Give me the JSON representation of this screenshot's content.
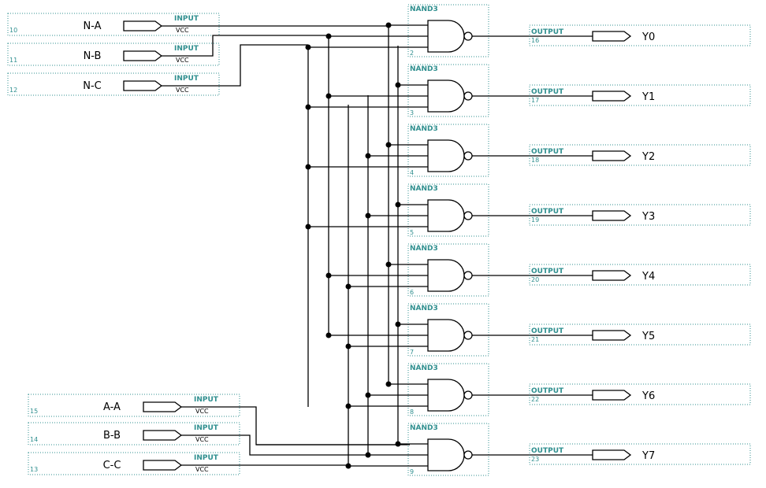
{
  "inputs": [
    {
      "name": "N-A",
      "pin": "10",
      "type": "INPUT",
      "sub": "VCC"
    },
    {
      "name": "N-B",
      "pin": "11",
      "type": "INPUT",
      "sub": "VCC"
    },
    {
      "name": "N-C",
      "pin": "12",
      "type": "INPUT",
      "sub": "VCC"
    },
    {
      "name": "A-A",
      "pin": "15",
      "type": "INPUT",
      "sub": "VCC"
    },
    {
      "name": "B-B",
      "pin": "14",
      "type": "INPUT",
      "sub": "VCC"
    },
    {
      "name": "C-C",
      "pin": "13",
      "type": "INPUT",
      "sub": "VCC"
    }
  ],
  "gates": [
    {
      "type": "NAND3",
      "num": "2"
    },
    {
      "type": "NAND3",
      "num": "3"
    },
    {
      "type": "NAND3",
      "num": "4"
    },
    {
      "type": "NAND3",
      "num": "5"
    },
    {
      "type": "NAND3",
      "num": "6"
    },
    {
      "type": "NAND3",
      "num": "7"
    },
    {
      "type": "NAND3",
      "num": "8"
    },
    {
      "type": "NAND3",
      "num": "9"
    }
  ],
  "outputs": [
    {
      "name": "Y0",
      "pin": "16",
      "type": "OUTPUT"
    },
    {
      "name": "Y1",
      "pin": "17",
      "type": "OUTPUT"
    },
    {
      "name": "Y2",
      "pin": "18",
      "type": "OUTPUT"
    },
    {
      "name": "Y3",
      "pin": "19",
      "type": "OUTPUT"
    },
    {
      "name": "Y4",
      "pin": "20",
      "type": "OUTPUT"
    },
    {
      "name": "Y5",
      "pin": "21",
      "type": "OUTPUT"
    },
    {
      "name": "Y6",
      "pin": "22",
      "type": "OUTPUT"
    },
    {
      "name": "Y7",
      "pin": "23",
      "type": "OUTPUT"
    }
  ],
  "connections": [
    [
      "N-A",
      "N-B",
      "N-C"
    ],
    [
      "A-A",
      "N-B",
      "N-C"
    ],
    [
      "N-A",
      "B-B",
      "N-C"
    ],
    [
      "A-A",
      "B-B",
      "N-C"
    ],
    [
      "N-A",
      "N-B",
      "C-C"
    ],
    [
      "A-A",
      "N-B",
      "C-C"
    ],
    [
      "N-A",
      "B-B",
      "C-C"
    ],
    [
      "A-A",
      "B-B",
      "C-C"
    ]
  ],
  "colors": {
    "annotation": "#2f8f8f",
    "wire": "#000000",
    "background": "#ffffff"
  }
}
